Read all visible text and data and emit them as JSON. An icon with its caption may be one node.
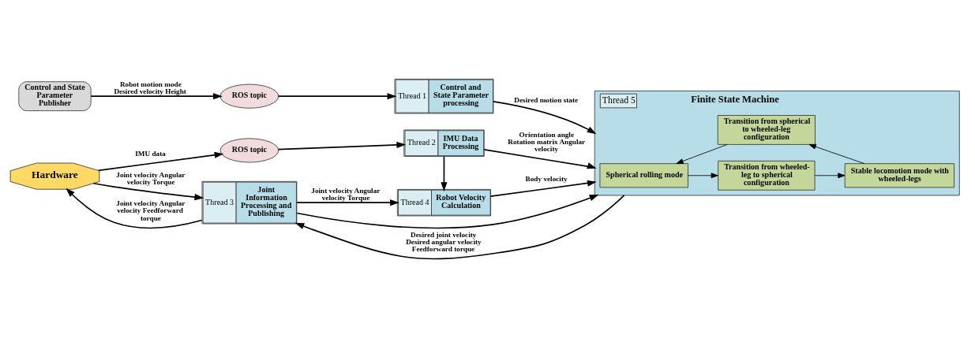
{
  "diagram": {
    "nodes": [
      {
        "text": [
          "Control and State Parameter Publisher"
        ]
      },
      {
        "text": [
          "ROS topic"
        ]
      },
      {
        "text": [
          "Thread 1",
          "Control and State Parameter processing"
        ]
      },
      {
        "text": [
          "Hardware"
        ]
      },
      {
        "text": [
          "ROS topic"
        ]
      },
      {
        "text": [
          "Thread 2",
          "IMU Data Processing"
        ]
      },
      {
        "text": [
          "Thread 4",
          "Robot Velocity Calculation"
        ]
      },
      {
        "text": [
          "Thread 3",
          "Joint Information Processing and Publishing"
        ]
      },
      {
        "text": [
          "Thread 5",
          "Finite State Machine"
        ]
      },
      {
        "text": [
          "Spherical rolling mode"
        ],
        "in": 8
      },
      {
        "text": [
          "Transition from spherical to wheeled-leg configuration"
        ],
        "in": 8
      },
      {
        "text": [
          "Transition from wheeled-leg to spherical configuration"
        ],
        "in": 8
      },
      {
        "text": [
          "Stable locomotion mode with wheeled-legs"
        ],
        "in": 8
      }
    ],
    "edges": [
      {
        "from": 0,
        "to": 1,
        "arrow": "to",
        "label": "Robot motion mode Desired velocity Height"
      },
      {
        "from": 1,
        "to": 2,
        "arrow": "to"
      },
      {
        "from": 2,
        "to": 8,
        "arrow": "to",
        "label": "Desired motion state"
      },
      {
        "from": 3,
        "to": 4,
        "arrow": "to",
        "label": "IMU data"
      },
      {
        "from": 4,
        "to": 5,
        "arrow": "to"
      },
      {
        "from": 5,
        "to": 8,
        "arrow": "to",
        "label": "Orientation angle Rotation matrix Angular velocity"
      },
      {
        "from": 5,
        "to": 6,
        "arrow": "to"
      },
      {
        "from": 6,
        "to": 8,
        "arrow": "to",
        "label": "Body velocity"
      },
      {
        "from": 3,
        "to": 7,
        "arrow": "to",
        "label": "Joint velocity Angular velocity Torque"
      },
      {
        "from": 7,
        "to": 8,
        "arrow": "to"
      },
      {
        "from": 7,
        "to": 6,
        "arrow": "to",
        "label": "Joint velocity Angular velocity Torque"
      },
      {
        "from": 7,
        "to": 3,
        "arrow": "to",
        "label": "Joint velocity Angular velocity Feedforward torque"
      },
      {
        "from": 8,
        "to": 7,
        "arrow": "to",
        "label": "Desired joint velocity Desired angular velocity Feedforward torque"
      },
      {
        "from": 9,
        "to": 11,
        "arrow": "to"
      },
      {
        "from": 11,
        "to": 12,
        "arrow": "to"
      },
      {
        "from": 12,
        "to": 10,
        "arrow": "to"
      },
      {
        "from": 10,
        "to": 9,
        "arrow": "to"
      }
    ]
  }
}
